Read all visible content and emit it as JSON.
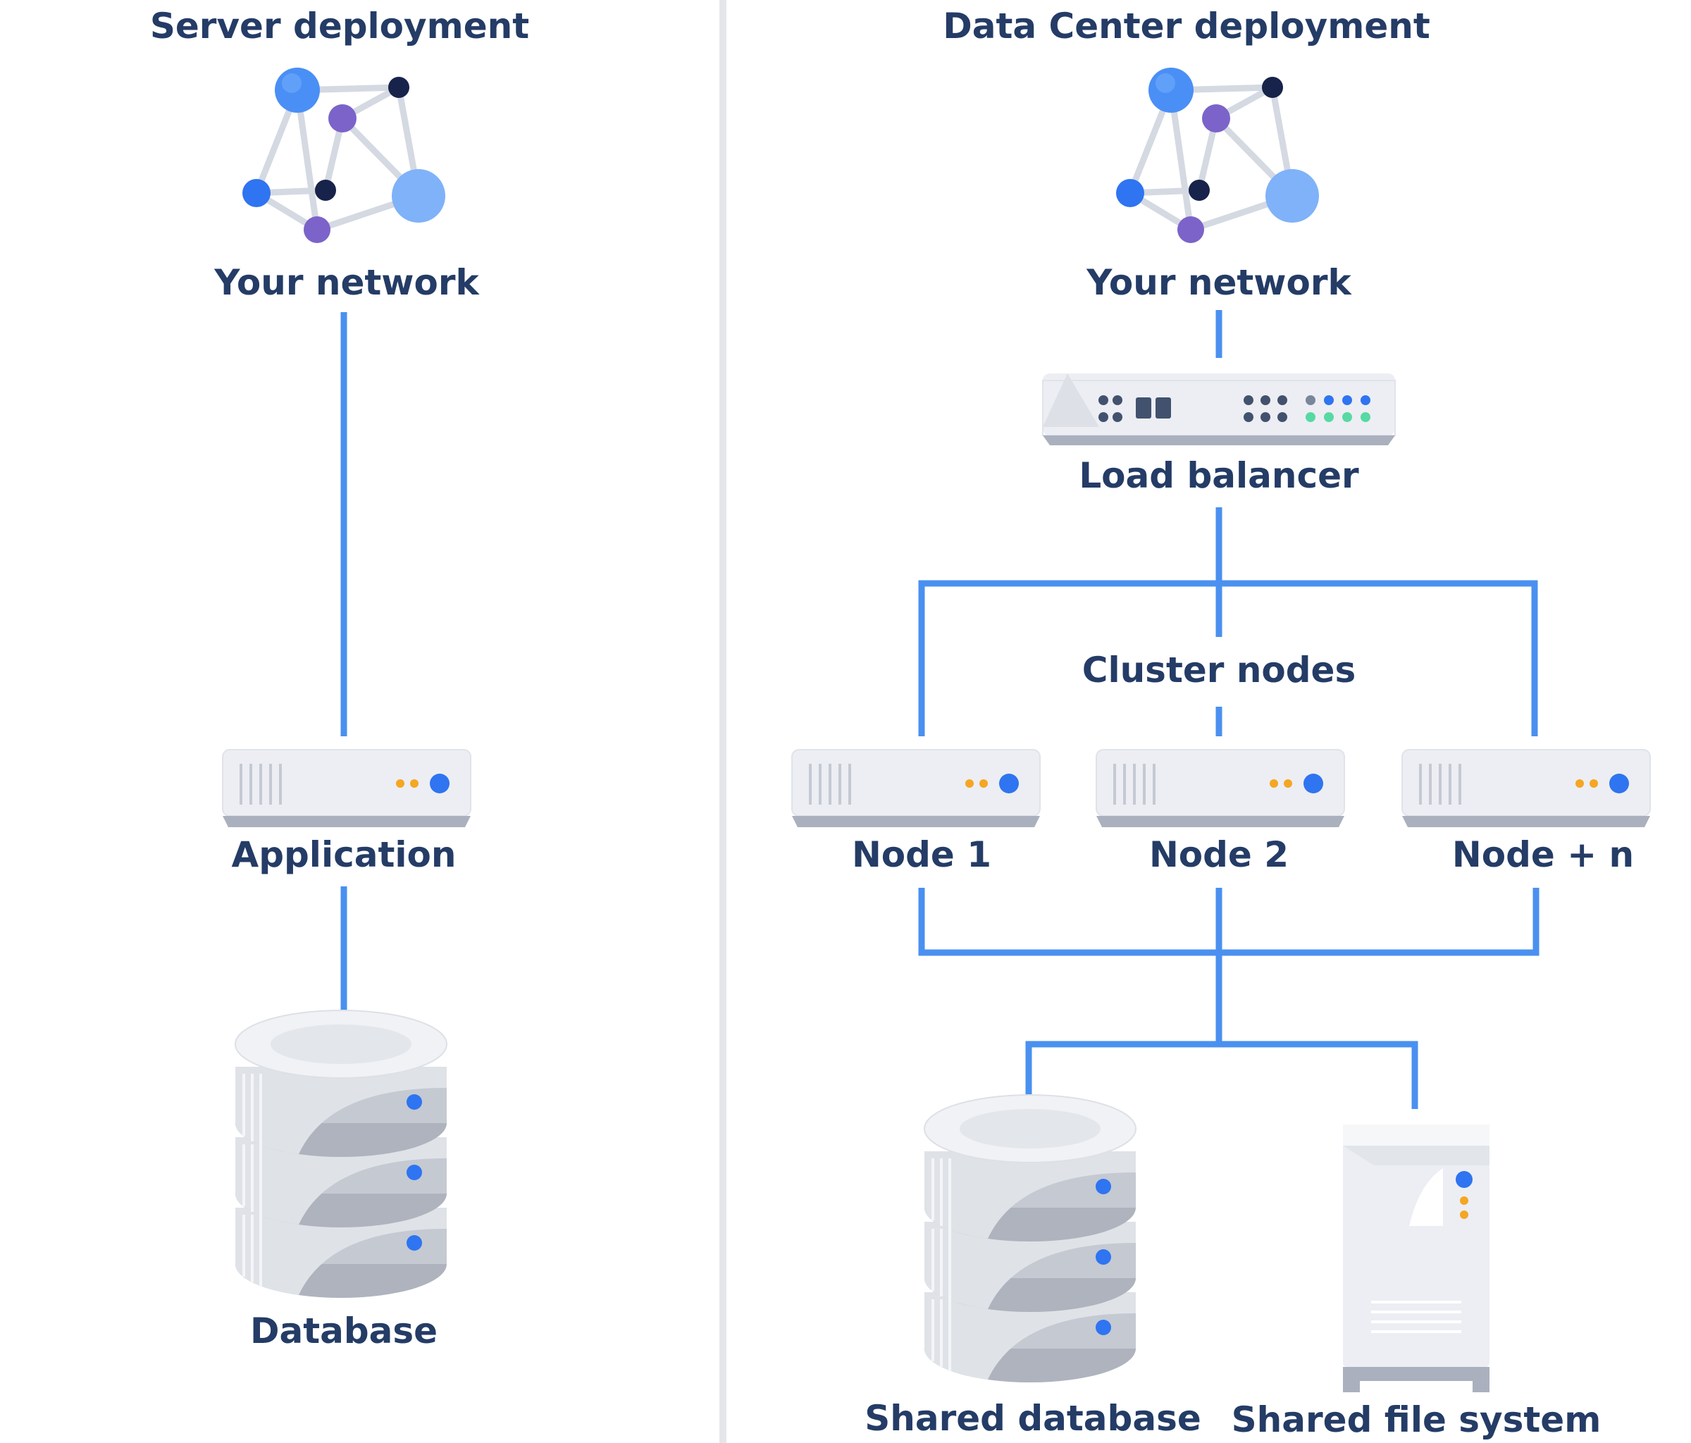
{
  "server": {
    "title": "Server deployment",
    "network_label": "Your network",
    "application_label": "Application",
    "database_label": "Database"
  },
  "data_center": {
    "title": "Data Center deployment",
    "network_label": "Your network",
    "load_balancer_label": "Load balancer",
    "cluster_label": "Cluster nodes",
    "nodes": [
      "Node 1",
      "Node 2",
      "Node + n"
    ],
    "shared_database_label": "Shared database",
    "shared_fs_label": "Shared file system"
  },
  "colors": {
    "connector": "#4a90f0",
    "label_text": "#243c66",
    "divider": "#e4e6ea",
    "device_body": "#eceef2",
    "accent_blue": "#2f74f0",
    "accent_orange": "#f5a623",
    "accent_green": "#57d9a3",
    "accent_purple": "#7b63c9"
  }
}
